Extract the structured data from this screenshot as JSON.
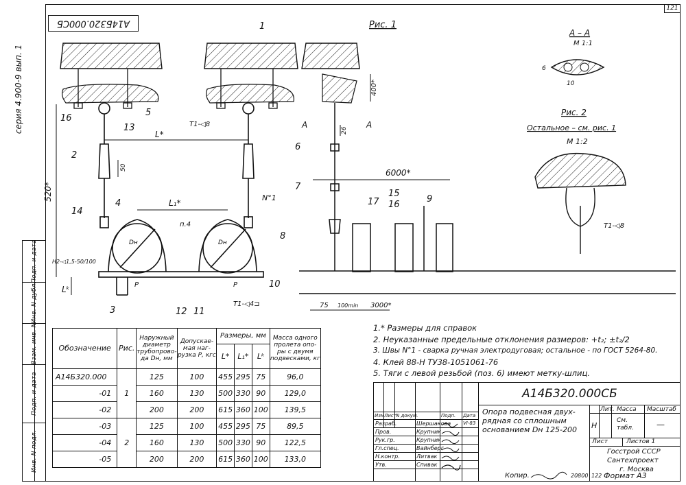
{
  "stamp_top": "А14Б320.000СБ",
  "sheet_number": "121",
  "series": "серия 4.900-9 вып. 1",
  "left_strip": [
    "Инв. N подл.",
    "Подп. и дата",
    "Взам. инв. N",
    "Инв. N дубл.",
    "Подп. и дата"
  ],
  "figures": {
    "fig1": "Рис. 1",
    "fig2": "Рис. 2",
    "fig2_note": "Остальное – см. рис. 1",
    "fig2_scale": "М 1:2",
    "section": "А – А",
    "section_scale": "М 1:1"
  },
  "drawing_labels": {
    "callouts": [
      "1",
      "2",
      "3",
      "4",
      "5",
      "6",
      "7",
      "8",
      "9",
      "10",
      "11",
      "12",
      "13",
      "14",
      "15",
      "16",
      "16",
      "17"
    ],
    "L_star": "L*",
    "L1_star": "L₁*",
    "Lk_star": "Lᵏ",
    "dim_520": "520*",
    "dim_50": "50",
    "dim_26": "26",
    "dim_400": "400*",
    "dim_6000": "6000*",
    "dim_75": "75",
    "dim_100min": "100min",
    "dim_3000": "3000*",
    "dim_6": "6",
    "dim_10": "10",
    "dn": "Dн",
    "p": "P",
    "p4": "п.4",
    "n1": "N°1",
    "t1_8_a": "Т1-◁8",
    "t1_8_b": "Т1-◁8",
    "t1_4": "Т1-◁4⊐",
    "h2": "Н2-◁1,5-50/100",
    "A_left": "А",
    "A_right": "А"
  },
  "spec_table": {
    "headers": {
      "designation": "Обозначение",
      "fig": "Рис.",
      "dia": "Наружный диаметр трубопрово-да Dн, мм",
      "load": "Допускае-мая наг-рузка Р, кгс",
      "dims": "Размеры, мм",
      "L": "L*",
      "L1": "L₁*",
      "Lk": "Lᵏ",
      "mass": "Масса одного пролета опо-ры с двумя подвесками, кг"
    },
    "rows": [
      {
        "designation": "А14Б320.000",
        "fig": "",
        "dia": "125",
        "load": "100",
        "L": "455",
        "L1": "295",
        "Lk": "75",
        "mass": "96,0"
      },
      {
        "designation": "-01",
        "fig": "1",
        "dia": "160",
        "load": "130",
        "L": "500",
        "L1": "330",
        "Lk": "90",
        "mass": "129,0"
      },
      {
        "designation": "-02",
        "fig": "",
        "dia": "200",
        "load": "200",
        "L": "615",
        "L1": "360",
        "Lk": "100",
        "mass": "139,5"
      },
      {
        "designation": "-03",
        "fig": "",
        "dia": "125",
        "load": "100",
        "L": "455",
        "L1": "295",
        "Lk": "75",
        "mass": "89,5"
      },
      {
        "designation": "-04",
        "fig": "2",
        "dia": "160",
        "load": "130",
        "L": "500",
        "L1": "330",
        "Lk": "90",
        "mass": "122,5"
      },
      {
        "designation": "-05",
        "fig": "",
        "dia": "200",
        "load": "200",
        "L": "615",
        "L1": "360",
        "Lk": "100",
        "mass": "133,0"
      }
    ]
  },
  "notes": [
    "1.* Размеры для справок",
    "2. Неуказанные предельные отклонения размеров: +t₂; ±t₂/2",
    "3. Швы N°1 - сварка ручная электродуговая; остальное - по ГОСТ 5264-80.",
    "4. Клей 88-Н ТУ38-1051061-76",
    "5. Тяги с левой резьбой (поз. 6) имеют метку-шлиц."
  ],
  "title_block": {
    "code": "А14Б320.000СБ",
    "title": "Опора подвесная двух-рядная со сплошным основанием Dн 125-200",
    "lit_header": "Лит.",
    "mass_header": "Масса",
    "scale_header": "Масштаб",
    "lit_value": "Н",
    "mass_value": "См. табл.",
    "scale_value": "—",
    "sheet_label": "Лист",
    "sheets_label": "Листов 1",
    "org1": "Госстрой СССР",
    "org2": "Сантехпроект",
    "org3": "г. Москва",
    "column_heads": [
      "Изм",
      "Лист",
      "N докум.",
      "Подп.",
      "Дата"
    ],
    "roles": [
      {
        "role": "Разраб.",
        "name": "Шершакова",
        "date": "VI-83"
      },
      {
        "role": "Пров.",
        "name": "Крупник",
        "date": ""
      },
      {
        "role": "Рук.гр.",
        "name": "Крупник",
        "date": ""
      },
      {
        "role": "Гл.спец.",
        "name": "Вайнберг",
        "date": ""
      },
      {
        "role": "Н.контр.",
        "name": "Литвак",
        "date": ""
      },
      {
        "role": "Утв.",
        "name": "Спивак",
        "date": ""
      }
    ]
  },
  "footer": {
    "copy_label": "Копир.",
    "order_no": "20800",
    "sheet_ref": "122",
    "format": "Формат А3"
  }
}
